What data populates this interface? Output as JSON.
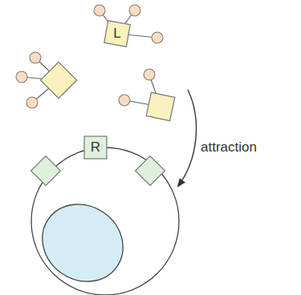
{
  "diagram": {
    "nodes": [
      {
        "text": [
          "L"
        ]
      },
      {
        "text": [
          "R"
        ]
      }
    ],
    "labels": [
      "attraction"
    ]
  }
}
